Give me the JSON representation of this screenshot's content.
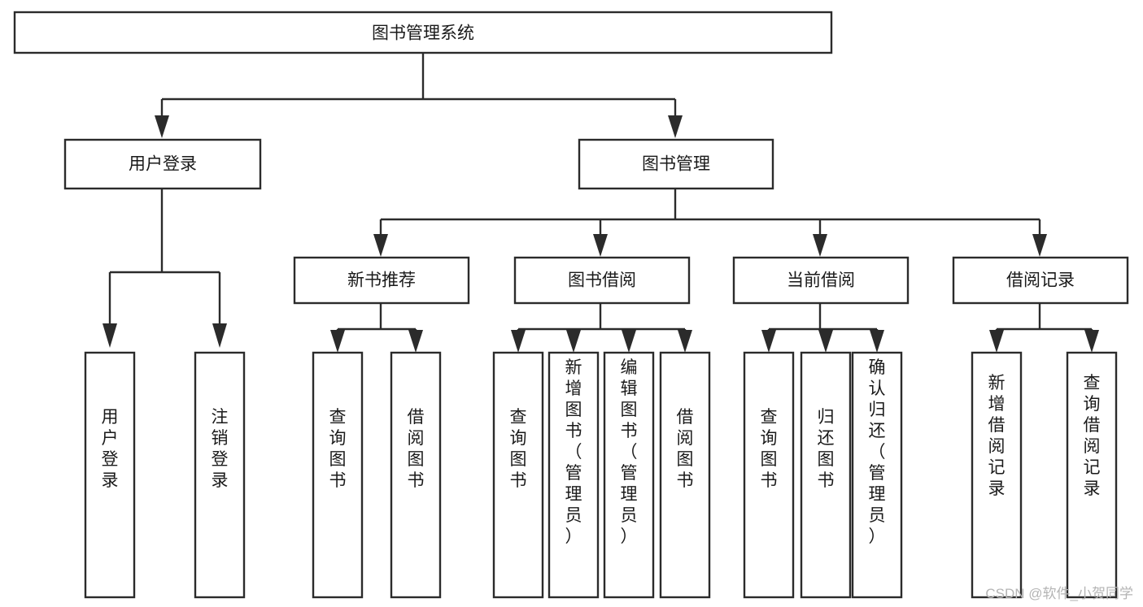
{
  "diagram": {
    "type": "tree-hierarchy",
    "title": "图书管理系统",
    "watermark": "CSDN @软件_小贺同学",
    "colors": {
      "background": "#ffffff",
      "stroke": "#2b2b2b",
      "fill": "#ffffff",
      "text": "#1a1a1a",
      "watermark": "#b4b4b4"
    },
    "nodes": {
      "root": {
        "label": "图书管理系统",
        "level": 1,
        "orientation": "horizontal"
      },
      "l2": [
        {
          "id": "user-login",
          "label": "用户登录",
          "level": 2,
          "orientation": "horizontal"
        },
        {
          "id": "book-manage",
          "label": "图书管理",
          "level": 2,
          "orientation": "horizontal"
        }
      ],
      "l3": [
        {
          "id": "new-book-recommend",
          "label": "新书推荐",
          "level": 3,
          "orientation": "horizontal",
          "parent": "book-manage"
        },
        {
          "id": "book-borrow",
          "label": "图书借阅",
          "level": 3,
          "orientation": "horizontal",
          "parent": "book-manage"
        },
        {
          "id": "current-borrow",
          "label": "当前借阅",
          "level": 3,
          "orientation": "horizontal",
          "parent": "book-manage"
        },
        {
          "id": "borrow-record",
          "label": "借阅记录",
          "level": 3,
          "orientation": "horizontal",
          "parent": "book-manage"
        }
      ],
      "leaves": [
        {
          "id": "leaf-user-login",
          "label": "用户登录",
          "parent": "user-login",
          "orientation": "vertical"
        },
        {
          "id": "leaf-logout-login",
          "label": "注销登录",
          "parent": "user-login",
          "orientation": "vertical"
        },
        {
          "id": "leaf-query-book-1",
          "label": "查询图书",
          "parent": "new-book-recommend",
          "orientation": "vertical"
        },
        {
          "id": "leaf-borrow-book-1",
          "label": "借阅图书",
          "parent": "new-book-recommend",
          "orientation": "vertical"
        },
        {
          "id": "leaf-query-book-2",
          "label": "查询图书",
          "parent": "book-borrow",
          "orientation": "vertical"
        },
        {
          "id": "leaf-add-book",
          "label": "新增图书（管理员）",
          "parent": "book-borrow",
          "orientation": "vertical"
        },
        {
          "id": "leaf-edit-book",
          "label": "编辑图书（管理员）",
          "parent": "book-borrow",
          "orientation": "vertical"
        },
        {
          "id": "leaf-borrow-book-2",
          "label": "借阅图书",
          "parent": "book-borrow",
          "orientation": "vertical"
        },
        {
          "id": "leaf-query-book-3",
          "label": "查询图书",
          "parent": "current-borrow",
          "orientation": "vertical"
        },
        {
          "id": "leaf-return-book",
          "label": "归还图书",
          "parent": "current-borrow",
          "orientation": "vertical"
        },
        {
          "id": "leaf-confirm-return",
          "label": "确认归还（管理员）",
          "parent": "current-borrow",
          "orientation": "vertical"
        },
        {
          "id": "leaf-add-record",
          "label": "新增借阅记录",
          "parent": "borrow-record",
          "orientation": "vertical"
        },
        {
          "id": "leaf-query-record",
          "label": "查询借阅记录",
          "parent": "borrow-record",
          "orientation": "vertical"
        }
      ]
    }
  }
}
